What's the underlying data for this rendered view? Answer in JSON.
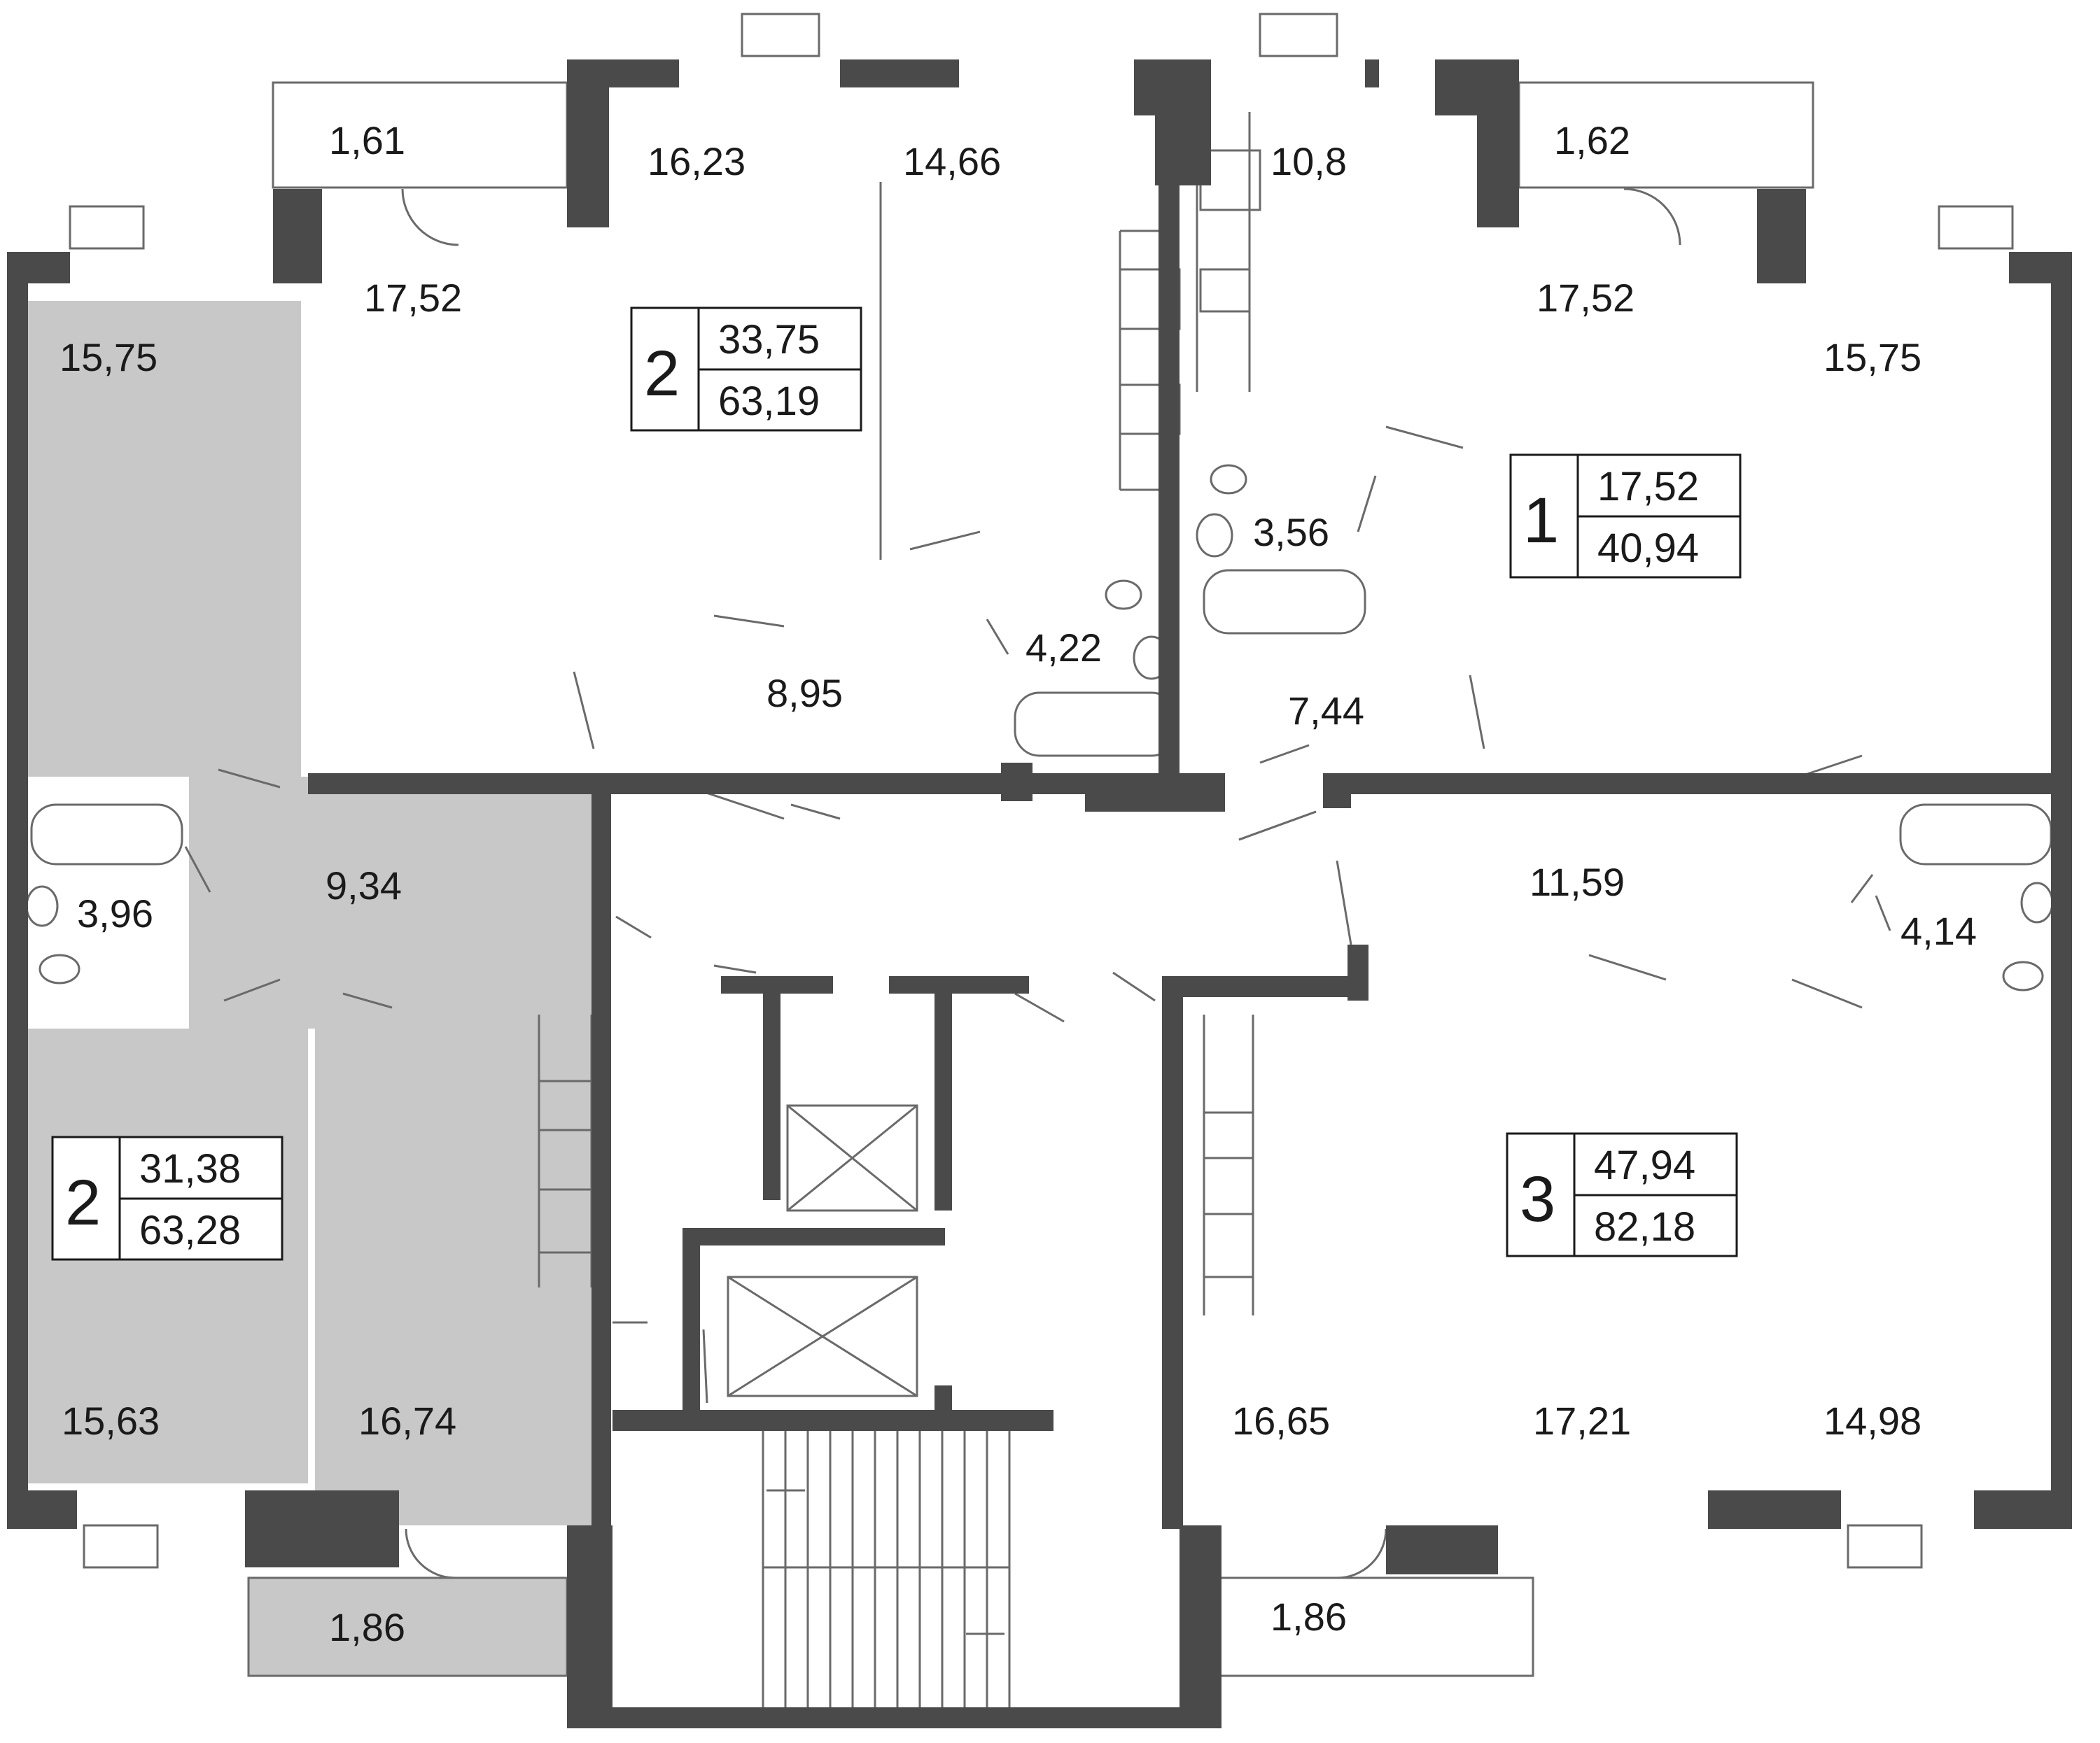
{
  "colors": {
    "wall": "#4a4a4a",
    "selected_apartment_fill": "#c8c8c8",
    "line": "#6a6a6a",
    "background": "#ffffff",
    "text": "#1a1a1a"
  },
  "apartments": [
    {
      "id": "apt-2-top",
      "rooms": "2",
      "living_area": "33,75",
      "total_area": "63,19"
    },
    {
      "id": "apt-2-left",
      "rooms": "2",
      "living_area": "31,38",
      "total_area": "63,28",
      "selected": true
    },
    {
      "id": "apt-1",
      "rooms": "1",
      "living_area": "17,52",
      "total_area": "40,94"
    },
    {
      "id": "apt-3",
      "rooms": "3",
      "living_area": "47,94",
      "total_area": "82,18"
    }
  ],
  "room_areas": {
    "balcony_top_left": "1,61",
    "room_top_a": "16,23",
    "kitchen_top_b": "14,66",
    "kitchen_top_c": "10,8",
    "balcony_top_right": "1,62",
    "room_left_upper_selected": "15,75",
    "room_17_52_left": "17,52",
    "room_17_52_right": "17,52",
    "room_right_upper": "15,75",
    "bath_3_56": "3,56",
    "bath_4_22": "4,22",
    "hall_8_95": "8,95",
    "hall_7_44": "7,44",
    "bath_3_96": "3,96",
    "hall_9_34": "9,34",
    "hall_11_59": "11,59",
    "bath_4_14": "4,14",
    "room_15_63": "15,63",
    "kitchen_16_74": "16,74",
    "kitchen_16_65": "16,65",
    "room_17_21": "17,21",
    "room_14_98": "14,98",
    "balcony_bottom_left": "1,86",
    "balcony_bottom_right": "1,86"
  }
}
